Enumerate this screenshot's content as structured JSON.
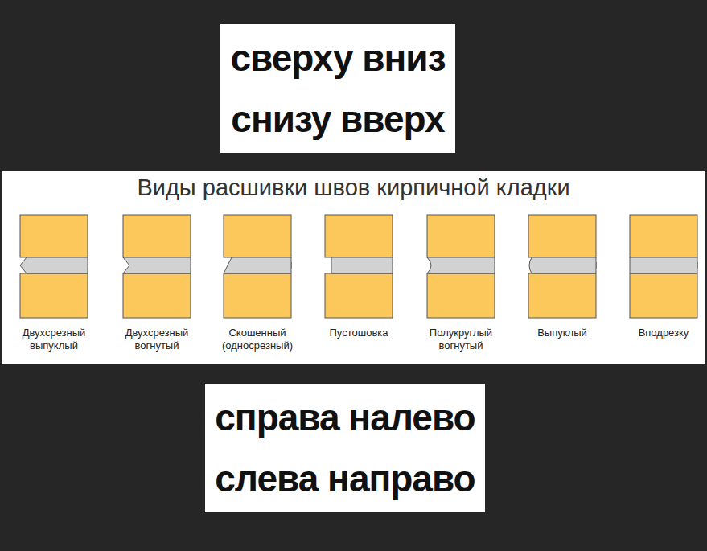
{
  "diagram": {
    "title": "Виды расшивки швов кирпичной кладки",
    "nodes": [
      {
        "text": [
          "сверху вниз",
          "снизу вверх"
        ]
      },
      {
        "text": [
          "справа налево",
          "слева направо"
        ]
      }
    ],
    "labels": [
      "Двухсрезный выпуклый",
      "Двухсрезный вогнутый",
      "Скошенный (односрезный)",
      "Пустошовка",
      "Полукруглый вогнутый",
      "Выпуклый",
      "Вподрезку"
    ]
  }
}
